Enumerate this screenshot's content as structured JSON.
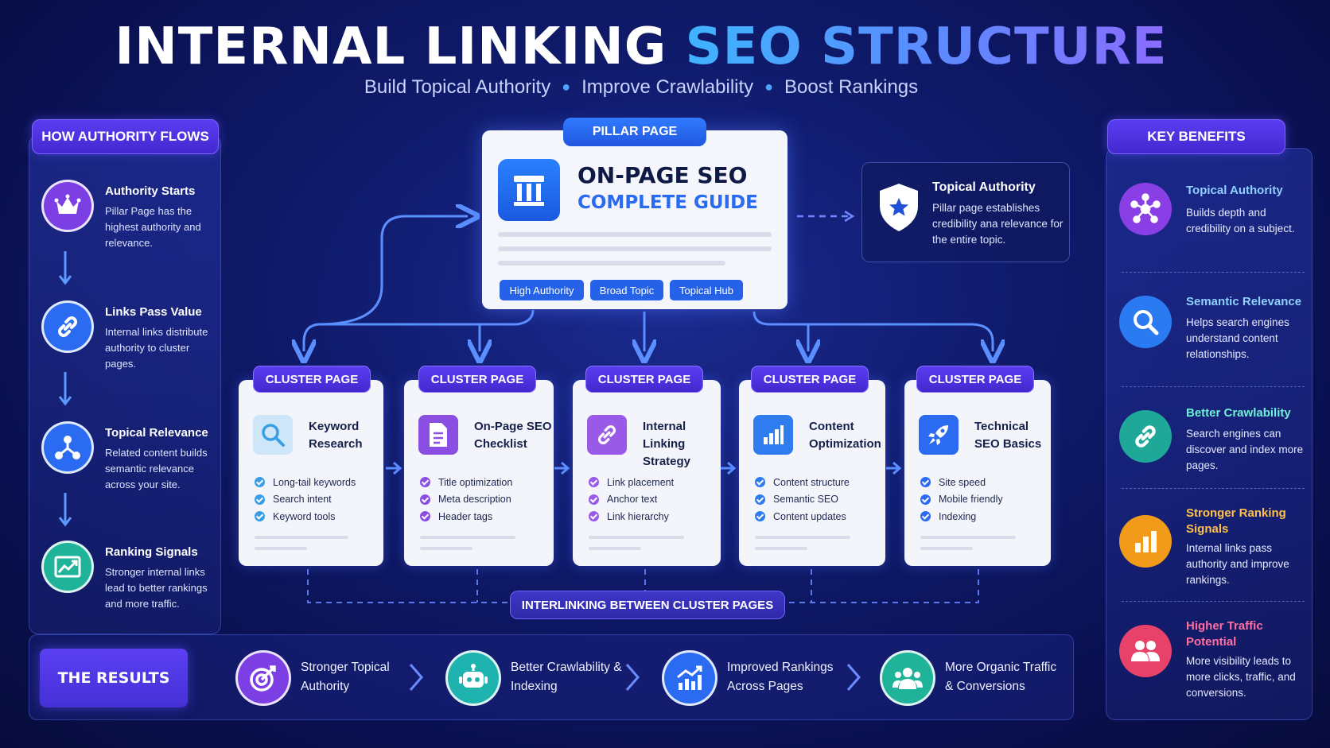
{
  "header": {
    "title_part1": "INTERNAL LINKING",
    "title_part2": "SEO STRUCTURE",
    "subtitle": [
      "Build Topical Authority",
      "Improve Crawlability",
      "Boost Rankings"
    ]
  },
  "authority_flow": {
    "header": "HOW AUTHORITY FLOWS",
    "items": [
      {
        "title": "Authority Starts",
        "desc": "Pillar Page has the highest authority and relevance.",
        "icon": "crown-icon",
        "color": "#7b3fe4"
      },
      {
        "title": "Links Pass Value",
        "desc": "Internal links distribute authority to cluster pages.",
        "icon": "link-icon",
        "color": "#2a6bf2"
      },
      {
        "title": "Topical Relevance",
        "desc": "Related content builds semantic relevance across your site.",
        "icon": "network-icon",
        "color": "#2a6bf2"
      },
      {
        "title": "Ranking Signals",
        "desc": "Stronger internal links lead to better rankings and more traffic.",
        "icon": "trend-icon",
        "color": "#1fb39a"
      }
    ]
  },
  "pillar": {
    "tag": "PILLAR PAGE",
    "title_line1": "ON-PAGE SEO",
    "title_line2": "COMPLETE GUIDE",
    "pills": [
      "High Authority",
      "Broad Topic",
      "Topical Hub"
    ]
  },
  "topical_authority": {
    "title": "Topical Authority",
    "desc": "Pillar page establishes credibility ana relevance for the entire topic."
  },
  "clusters": [
    {
      "tag": "CLUSTER PAGE",
      "title": "Keyword Research",
      "icon": "search-icon",
      "color": "#4aa8e8",
      "items": [
        "Long-tail keywords",
        "Search intent",
        "Keyword tools"
      ]
    },
    {
      "tag": "CLUSTER PAGE",
      "title": "On-Page SEO Checklist",
      "icon": "document-icon",
      "color": "#8a4fe0",
      "items": [
        "Title optimization",
        "Meta description",
        "Header tags"
      ]
    },
    {
      "tag": "CLUSTER PAGE",
      "title": "Internal Linking Strategy",
      "icon": "link-icon",
      "color": "#9a5ae8",
      "items": [
        "Link placement",
        "Anchor text",
        "Link hierarchy"
      ]
    },
    {
      "tag": "CLUSTER PAGE",
      "title": "Content Optimization",
      "icon": "bar-chart-icon",
      "color": "#2f7cf0",
      "items": [
        "Content structure",
        "Semantic SEO",
        "Content updates"
      ]
    },
    {
      "tag": "CLUSTER PAGE",
      "title": "Technical SEO Basics",
      "icon": "rocket-icon",
      "color": "#2a6bf2",
      "items": [
        "Site speed",
        "Mobile friendly",
        "Indexing"
      ]
    }
  ],
  "interlinking_label": "INTERLINKING BETWEEN CLUSTER PAGES",
  "results": {
    "label": "THE RESULTS",
    "items": [
      {
        "text": "Stronger Topical Authority",
        "icon": "target-icon",
        "color": "#7b3fe4"
      },
      {
        "text": "Better Crawlability & Indexing",
        "icon": "robot-icon",
        "color": "#1fb3b0"
      },
      {
        "text": "Improved Rankings Across Pages",
        "icon": "growth-chart-icon",
        "color": "#2a6bf2"
      },
      {
        "text": "More Organic Traffic & Conversions",
        "icon": "users-icon",
        "color": "#1fb39a"
      }
    ]
  },
  "benefits": {
    "header": "KEY BENEFITS",
    "items": [
      {
        "title": "Topical Authority",
        "desc": "Builds depth and credibility on a subject.",
        "icon": "hub-icon",
        "color": "#8a3ee6",
        "title_color": "#8fd0ff"
      },
      {
        "title": "Semantic Relevance",
        "desc": "Helps search engines understand content relationships.",
        "icon": "search-icon",
        "color": "#2a7af2",
        "title_color": "#8fd0ff"
      },
      {
        "title": "Better Crawlability",
        "desc": "Search engines can discover and index more pages.",
        "icon": "link-icon",
        "color": "#1fa898",
        "title_color": "#6ff0d8"
      },
      {
        "title": "Stronger Ranking Signals",
        "desc": "Internal links pass authority and improve rankings.",
        "icon": "bar-chart-icon",
        "color": "#f29a1a",
        "title_color": "#ffc14a"
      },
      {
        "title": "Higher Traffic Potential",
        "desc": "More visibility leads to more clicks, traffic, and conversions.",
        "icon": "users-icon",
        "color": "#e8416a",
        "title_color": "#ff6fa0"
      }
    ]
  }
}
